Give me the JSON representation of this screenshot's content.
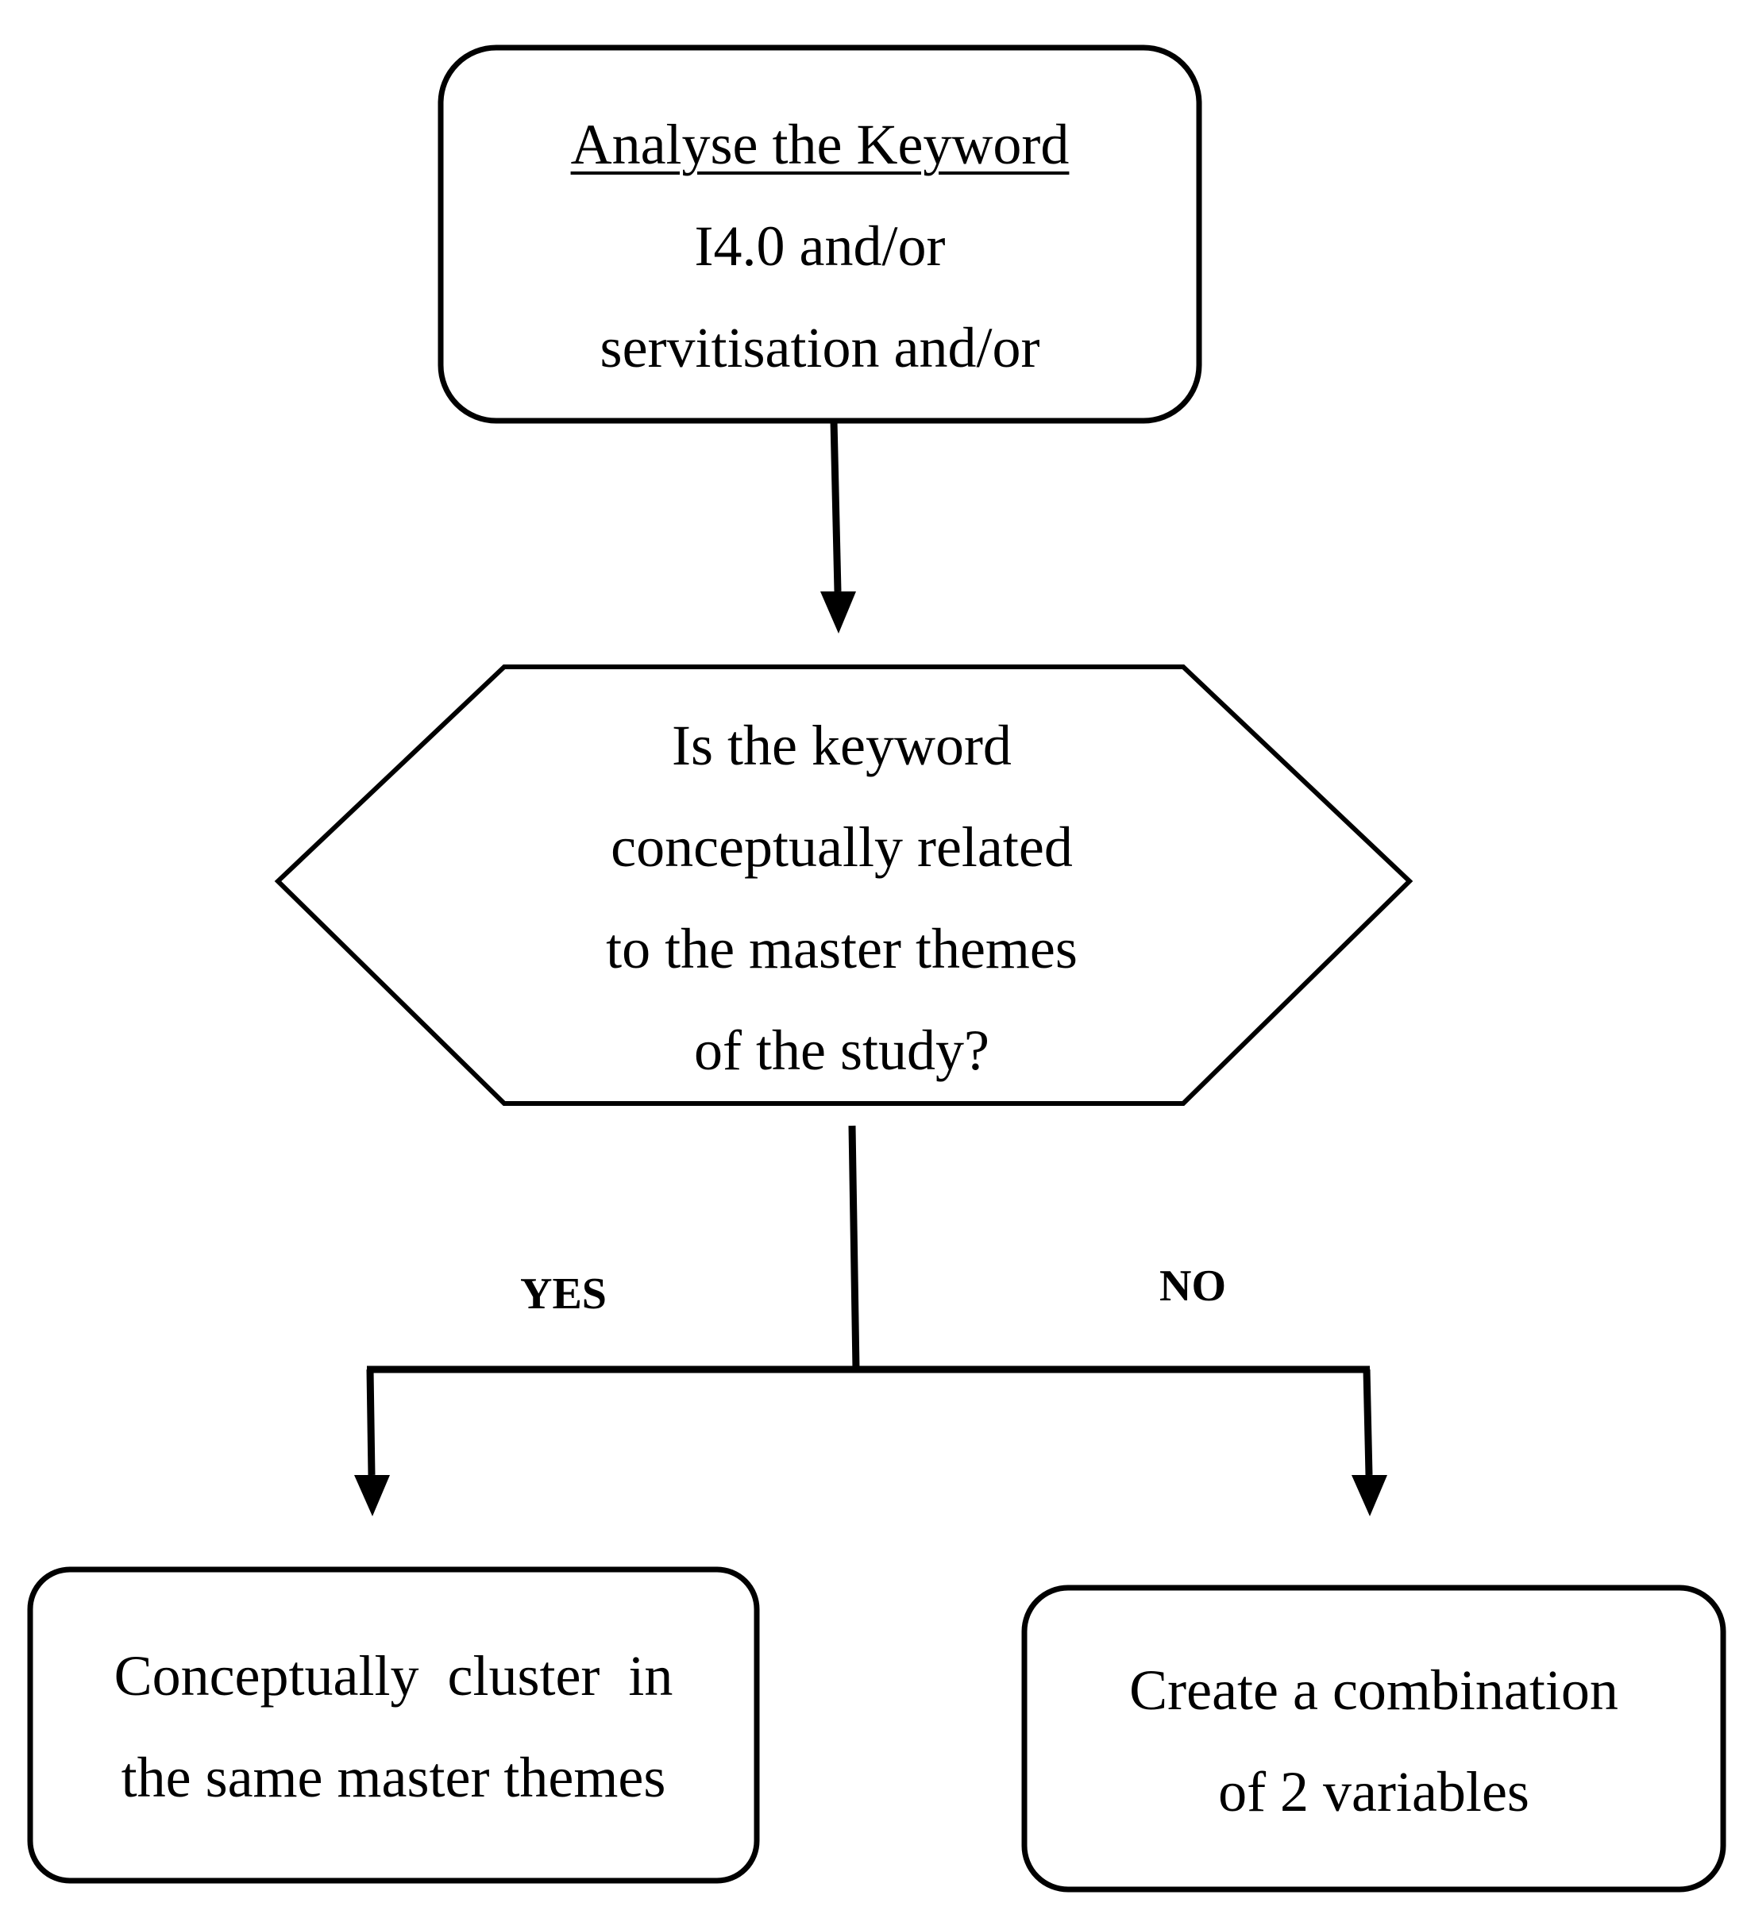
{
  "nodes": {
    "start": {
      "title": "Analyse the Keyword",
      "lines": [
        "I4.0 and/or",
        "servitisation and/or"
      ]
    },
    "decision": {
      "lines": [
        "Is the keyword",
        "conceptually related",
        "to the master themes",
        "of the study?"
      ]
    },
    "yes_outcome": {
      "lines": [
        "Conceptually  cluster  in",
        "the same master themes"
      ]
    },
    "no_outcome": {
      "lines": [
        "Create a combination",
        "of 2 variables"
      ]
    }
  },
  "edges": {
    "yes_label": "YES",
    "no_label": "NO"
  },
  "colors": {
    "stroke": "#000000",
    "background": "#ffffff"
  }
}
